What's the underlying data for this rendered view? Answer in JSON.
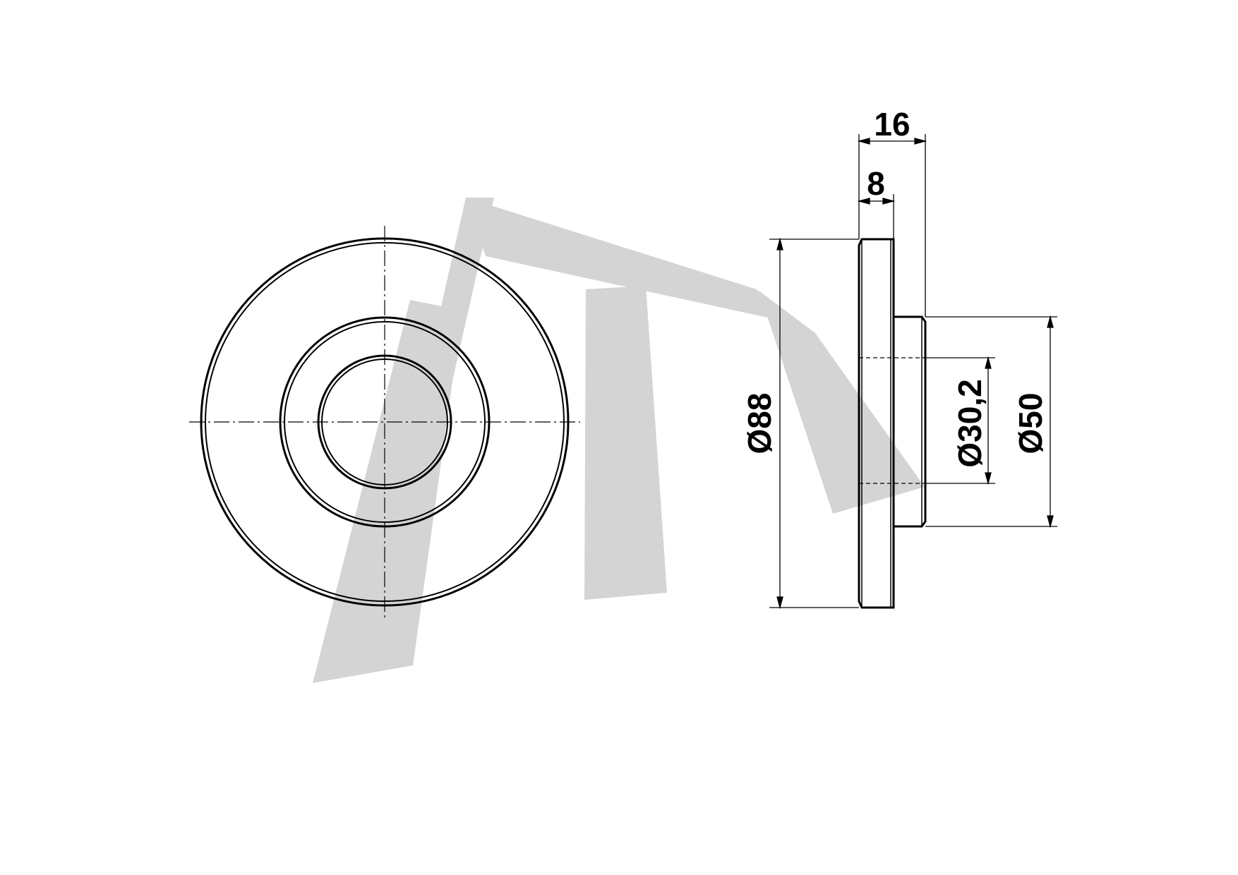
{
  "drawing": {
    "type": "technical-drawing",
    "part": "flanged washer / bushing",
    "views": [
      "front-view",
      "side-section-view"
    ],
    "dimensions": {
      "total_width": "16",
      "flange_width": "8",
      "outer_diameter": "Ø88",
      "bore_diameter": "Ø30,2",
      "hub_diameter": "Ø50"
    },
    "watermark": "ATN"
  },
  "colors": {
    "line": "#000000",
    "watermark": "#d4d4d4",
    "background": "#ffffff"
  }
}
